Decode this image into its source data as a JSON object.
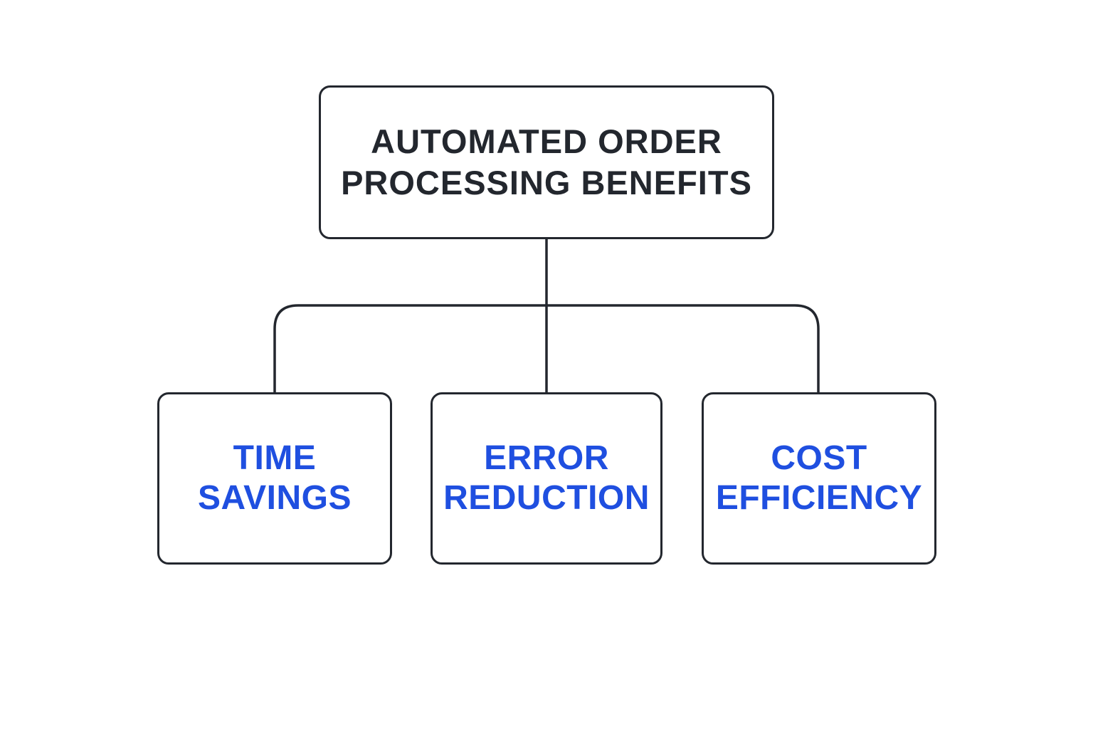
{
  "colors": {
    "stroke": "#23272e",
    "root_text": "#23272e",
    "child_text": "#1f4fe0",
    "background": "#ffffff"
  },
  "root": {
    "lines": [
      "AUTOMATED ORDER",
      "PROCESSING BENEFITS"
    ]
  },
  "children": [
    {
      "lines": [
        "TIME",
        "SAVINGS"
      ]
    },
    {
      "lines": [
        "ERROR",
        "REDUCTION"
      ]
    },
    {
      "lines": [
        "COST",
        "EFFICIENCY"
      ]
    }
  ]
}
